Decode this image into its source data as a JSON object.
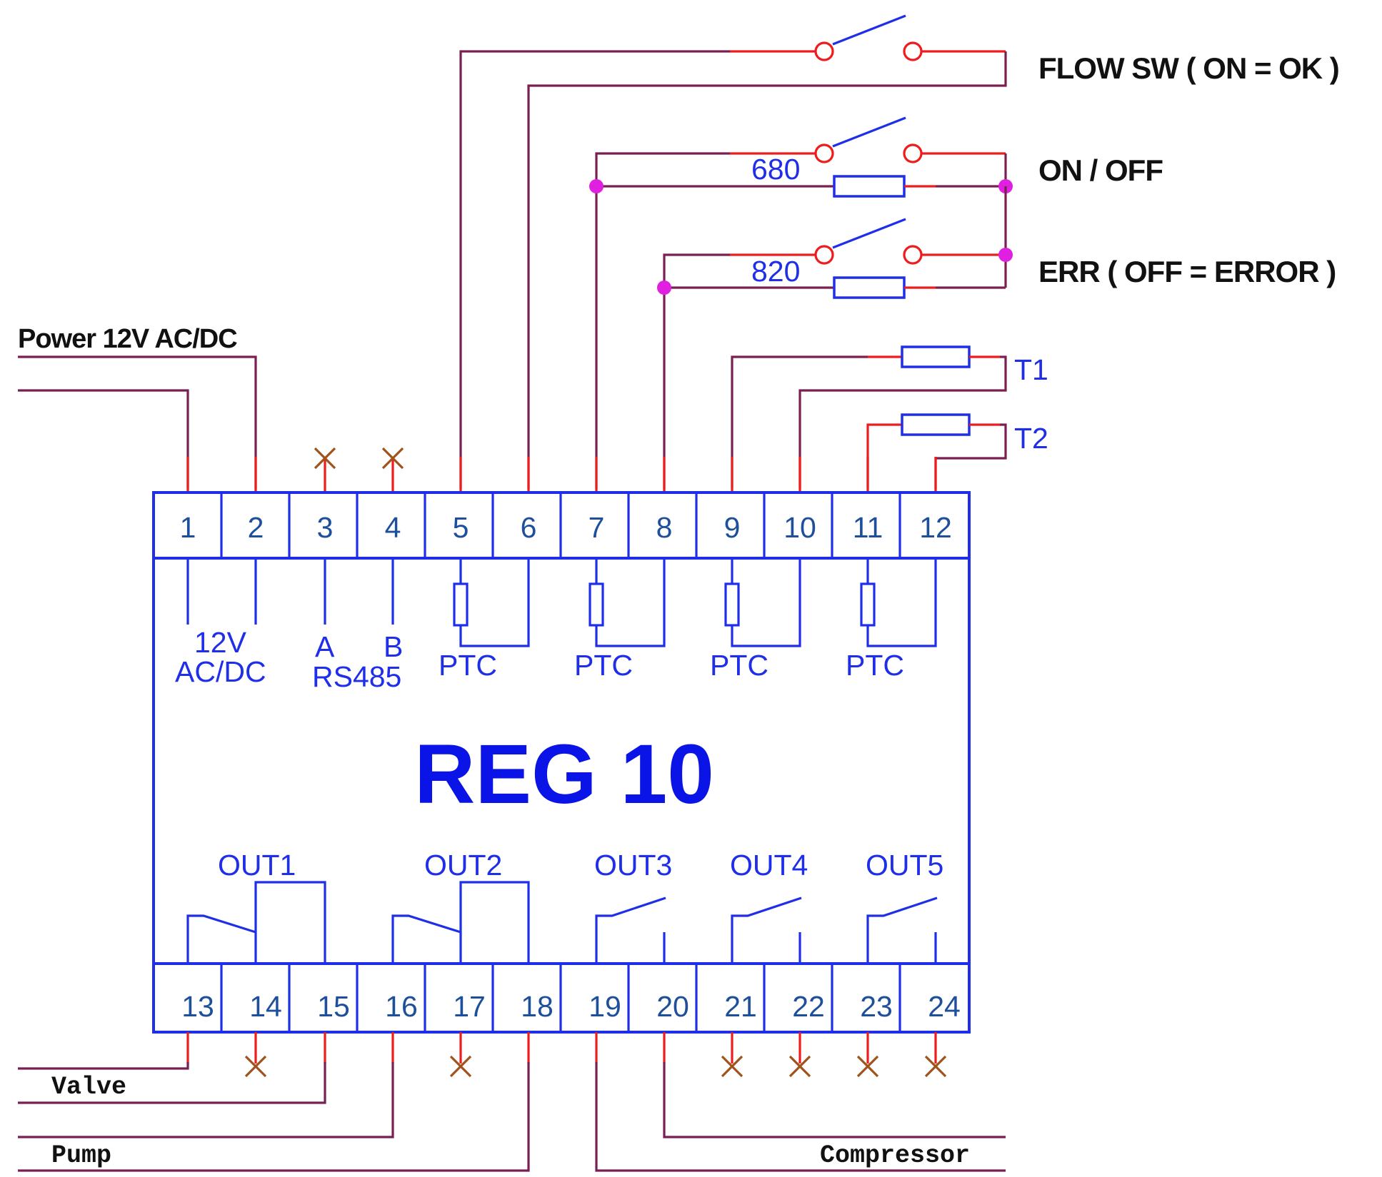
{
  "device": {
    "title": "REG 10"
  },
  "terminals_top": [
    "1",
    "2",
    "3",
    "4",
    "5",
    "6",
    "7",
    "8",
    "9",
    "10",
    "11",
    "12"
  ],
  "terminals_bottom": [
    "13",
    "14",
    "15",
    "16",
    "17",
    "18",
    "19",
    "20",
    "21",
    "22",
    "23",
    "24"
  ],
  "inner_labels": {
    "power_line1": "12V",
    "power_line2": "AC/DC",
    "rs485_a": "A",
    "rs485_b": "B",
    "rs485": "RS485",
    "ptc": [
      "PTC",
      "PTC",
      "PTC",
      "PTC"
    ],
    "outputs": [
      "OUT1",
      "OUT2",
      "OUT3",
      "OUT4",
      "OUT5"
    ]
  },
  "external_labels": {
    "power": "Power 12V AC/DC",
    "flow_sw": "FLOW SW ( ON = OK )",
    "on_off": "ON / OFF",
    "err": "ERR ( OFF = ERROR )",
    "t1": "T1",
    "t2": "T2",
    "r680": "680",
    "r820": "820",
    "valve": "Valve",
    "pump": "Pump",
    "compressor": "Compressor"
  },
  "colors": {
    "device_outline": "#1f2ee8",
    "wire": "#7a1f52",
    "terminal_lead": "#ee1c1c",
    "junction": "#e020e0",
    "no_connect": "#a0521a"
  }
}
